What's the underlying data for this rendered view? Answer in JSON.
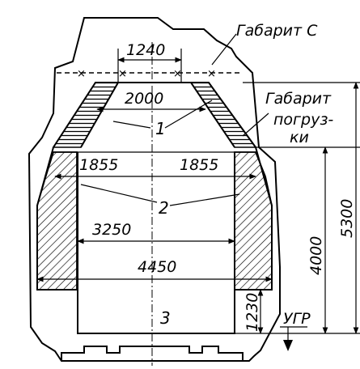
{
  "labels": {
    "gabarit_c": "Габарит С",
    "gabarit_pogruzki_line1": "Габарит",
    "gabarit_pogruzki_line2": "погруз-",
    "gabarit_pogruzki_line3": "ки",
    "ugr": "УГР"
  },
  "dimensions": {
    "width_1240": "1240",
    "width_2000": "2000",
    "width_1855_left": "1855",
    "width_1855_right": "1855",
    "width_3250": "3250",
    "width_4450": "4450",
    "height_4000": "4000",
    "height_5300": "5300",
    "height_1230": "1230"
  },
  "callouts": {
    "one": "1",
    "two": "2",
    "three": "3"
  }
}
